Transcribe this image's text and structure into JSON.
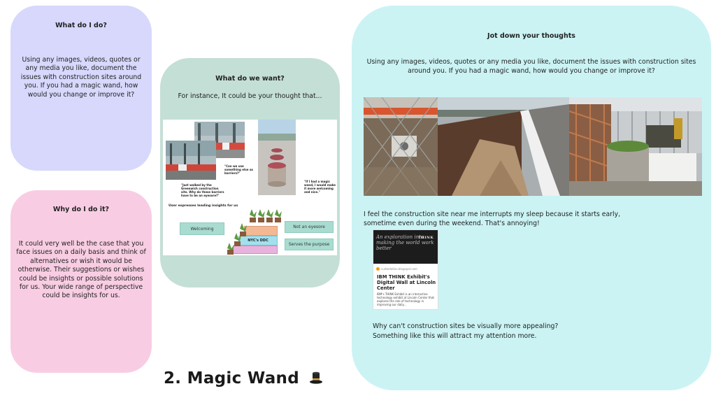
{
  "cards": {
    "what_do_i_do": {
      "title": "What do I do?",
      "body": "Using any images, videos, quotes or any media you like, document the issues with construction sites around you. If you had a magic wand, how would you change or improve it?"
    },
    "why_do_i_do_it": {
      "title": "Why do I do it?",
      "body": "It could very well be the case that you face issues on a daily basis and think of alternatives or wish it would be otherwise. Their suggestions or wishes could be insights or possible solutions for us. Your wide range of perspective could be insights for us."
    },
    "what_do_we_want": {
      "title": "What do we want?",
      "subtitle": "For instance, It could be your thought that...",
      "panel": {
        "quote_1": "\"Can we use something else as barriers?\"",
        "quote_2": "\"Just walked by the Greenwich construction site. Why do these barriers have to be an eyesore?\"",
        "quote_3": "\"If I had a magic wand, I would make it more welcoming and nice.\"",
        "insights_heading": "User expresses leading insights for us",
        "tag_welcoming": "Welcoming",
        "tag_not_eyesore": "Not an eyesore",
        "tag_serves_purpose": "Serves the purpose",
        "podium_label": "NYC's DDC"
      }
    },
    "jot_down": {
      "title": "Jot down your thoughts",
      "intro": "Using any images, videos, quotes or any media you like, document the issues with construction sites around you. If you had a magic wand, how would you change or improve it?",
      "note_1": "I feel the construction site near me interrupts my sleep because it starts early, sometime even during the weekend. That's annoying!",
      "link_preview": {
        "thumb_text": "An exploration into making the world work better",
        "thumb_brand": "THINK",
        "site": "curbedatlas.blogspot.com",
        "title": "IBM THINK Exhibit's Digital Wall at Lincoln Center",
        "description": "IBM's THINK Exhibit is an interactive technology exhibit at Lincoln Center that explores the role of technology in improving our daily..."
      },
      "note_2": "Why can't construction sites be visually more appealing? Something like this will attract my attention more."
    }
  },
  "page_title": "2. Magic Wand",
  "icons": {
    "title_icon": "top-hat-icon"
  },
  "colors": {
    "lavender": "#d7d8fc",
    "pink": "#f8cde3",
    "mint": "#c4dfd6",
    "cyan": "#cbf3f4"
  }
}
